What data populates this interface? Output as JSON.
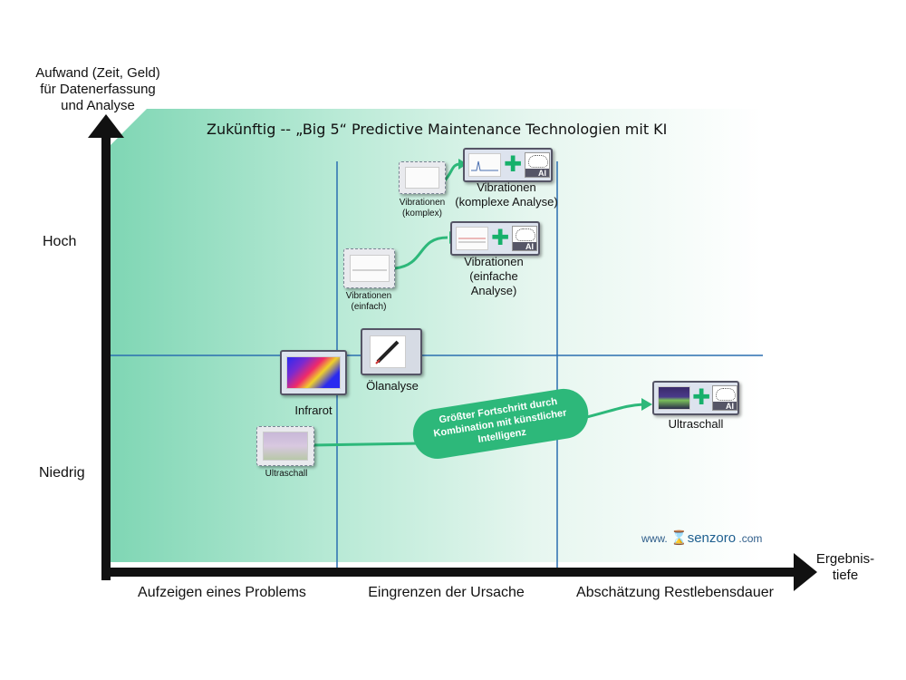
{
  "title": "Zukünftig --  „Big 5“  Predictive Maintenance Technologien mit KI",
  "y_axis_label": [
    "Aufwand (Zeit, Geld)",
    "für Datenerfassung",
    "und Analyse"
  ],
  "x_axis_label": [
    "Ergebnis-",
    "tiefe"
  ],
  "y_levels": {
    "high": "Hoch",
    "low": "Niedrig"
  },
  "x_categories": [
    "Aufzeigen eines Problems",
    "Eingrenzen der Ursache",
    "Abschätzung Restlebensdauer"
  ],
  "items": {
    "vib_komplex_small": [
      "Vibrationen",
      "(komplex)"
    ],
    "vib_komplex_ai": [
      "Vibrationen",
      "(komplexe Analyse)"
    ],
    "vib_einfach_small": [
      "Vibrationen",
      "(einfach)"
    ],
    "vib_einfach_ai": [
      "Vibrationen",
      "(einfache",
      "Analyse)"
    ],
    "oel": "Ölanalyse",
    "infrarot": "Infrarot",
    "ultraschall_small": "Ultraschall",
    "ultraschall_ai": "Ultraschall"
  },
  "ai_badge": "AI",
  "banner": [
    "Größter Fortschritt durch",
    "Kombination mit künstlicher",
    "Intelligenz"
  ],
  "watermark": {
    "prefix": "www.",
    "brand": "senzoro",
    "suffix": ".com"
  },
  "colors": {
    "green_accent": "#2db87a",
    "divider": "#2a6fb0",
    "axis": "#111111"
  }
}
